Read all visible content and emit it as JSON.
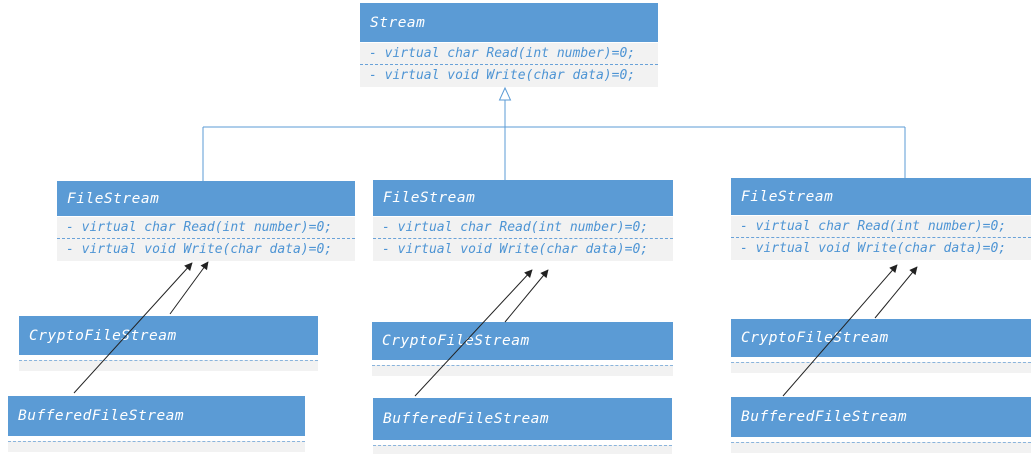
{
  "colors": {
    "class_header_fill": "#5b9bd5",
    "class_header_text": "#ffffff",
    "class_body_fill": "#f2f2f2",
    "method_text": "#4d94d4",
    "dashed_separator": "#6aa2d8",
    "generalization_connector": "#5b9bd5",
    "inheritance_arrow": "#222222",
    "background": "#ffffff"
  },
  "base": {
    "title": "Stream",
    "methods": [
      "- virtual char Read(int number)=0;",
      "- virtual void Write(char data)=0;"
    ]
  },
  "columns": [
    {
      "parent": {
        "title": "FileStream",
        "methods": [
          "- virtual char Read(int number)=0;",
          "- virtual void Write(char data)=0;"
        ]
      },
      "crypto": {
        "title": "CryptoFileStream"
      },
      "buffered": {
        "title": "BufferedFileStream"
      }
    },
    {
      "parent": {
        "title": "FileStream",
        "methods": [
          "- virtual char Read(int number)=0;",
          "- virtual void Write(char data)=0;"
        ]
      },
      "crypto": {
        "title": "CryptoFileStream"
      },
      "buffered": {
        "title": "BufferedFileStream"
      }
    },
    {
      "parent": {
        "title": "FileStream",
        "methods": [
          "- virtual char Read(int number)=0;",
          "- virtual void Write(char data)=0;"
        ]
      },
      "crypto": {
        "title": "CryptoFileStream"
      },
      "buffered": {
        "title": "BufferedFileStream"
      }
    }
  ],
  "relationships": [
    {
      "type": "generalization-hollow-triangle",
      "from": "FileStream-left",
      "to": "Stream"
    },
    {
      "type": "generalization-hollow-triangle",
      "from": "FileStream-middle",
      "to": "Stream"
    },
    {
      "type": "generalization-hollow-triangle",
      "from": "FileStream-right",
      "to": "Stream"
    },
    {
      "type": "solid-arrow",
      "from": "CryptoFileStream-left",
      "to": "FileStream-left"
    },
    {
      "type": "solid-arrow",
      "from": "BufferedFileStream-left",
      "to": "FileStream-left"
    },
    {
      "type": "solid-arrow",
      "from": "CryptoFileStream-middle",
      "to": "FileStream-middle"
    },
    {
      "type": "solid-arrow",
      "from": "BufferedFileStream-middle",
      "to": "FileStream-middle"
    },
    {
      "type": "solid-arrow",
      "from": "CryptoFileStream-right",
      "to": "FileStream-right"
    },
    {
      "type": "solid-arrow",
      "from": "BufferedFileStream-right",
      "to": "FileStream-right"
    }
  ]
}
